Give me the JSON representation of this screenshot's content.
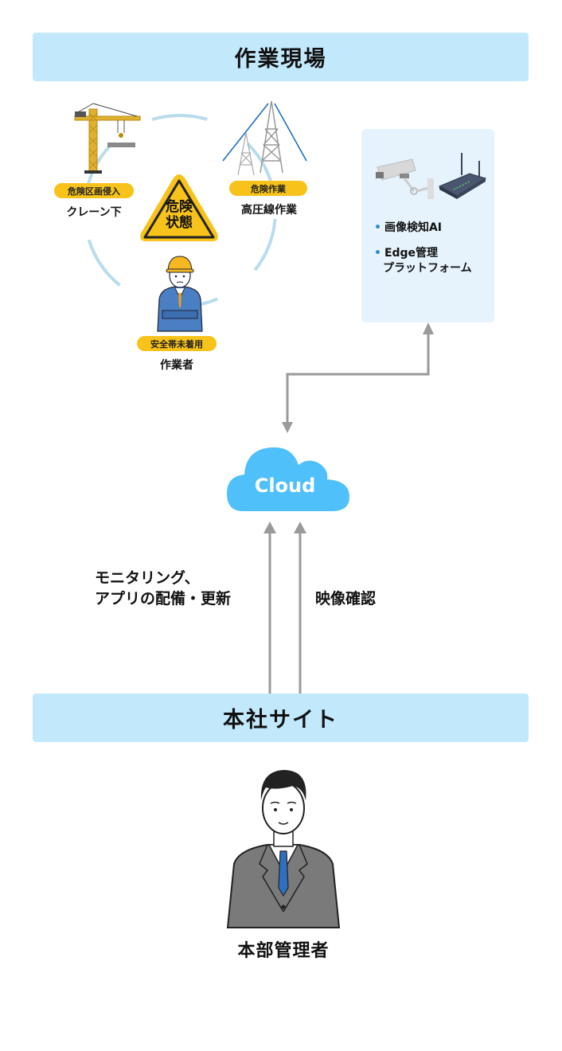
{
  "site": {
    "title": "作業現場",
    "hazards": [
      {
        "tag": "危険区画侵入",
        "label": "クレーン下",
        "icon": "crane-icon"
      },
      {
        "tag": "危険作業",
        "label": "高圧線作業",
        "icon": "power-tower-icon"
      },
      {
        "tag": "安全帯未着用",
        "label": "作業者",
        "icon": "worker-icon"
      }
    ],
    "warning_sign": {
      "line1": "危険",
      "line2": "状態"
    },
    "edge": {
      "icons": [
        "security-camera-icon",
        "router-icon"
      ],
      "items": [
        "画像検知AI",
        "Edge管理",
        "プラットフォーム"
      ]
    }
  },
  "cloud": {
    "label": "Cloud"
  },
  "flows": {
    "left_label_line1": "モニタリング、",
    "left_label_line2": "アプリの配備・更新",
    "right_label": "映像確認"
  },
  "hq": {
    "title": "本社サイト",
    "person_label": "本部管理者",
    "icon": "businessman-icon"
  },
  "colors": {
    "banner": "#c2e8fc",
    "tag_yellow": "#f7c21a",
    "cloud_blue": "#4fc0f9",
    "arrow_gray": "#9a9a9a",
    "edge_box": "#e6f3fd",
    "ring": "#b9dcec"
  }
}
